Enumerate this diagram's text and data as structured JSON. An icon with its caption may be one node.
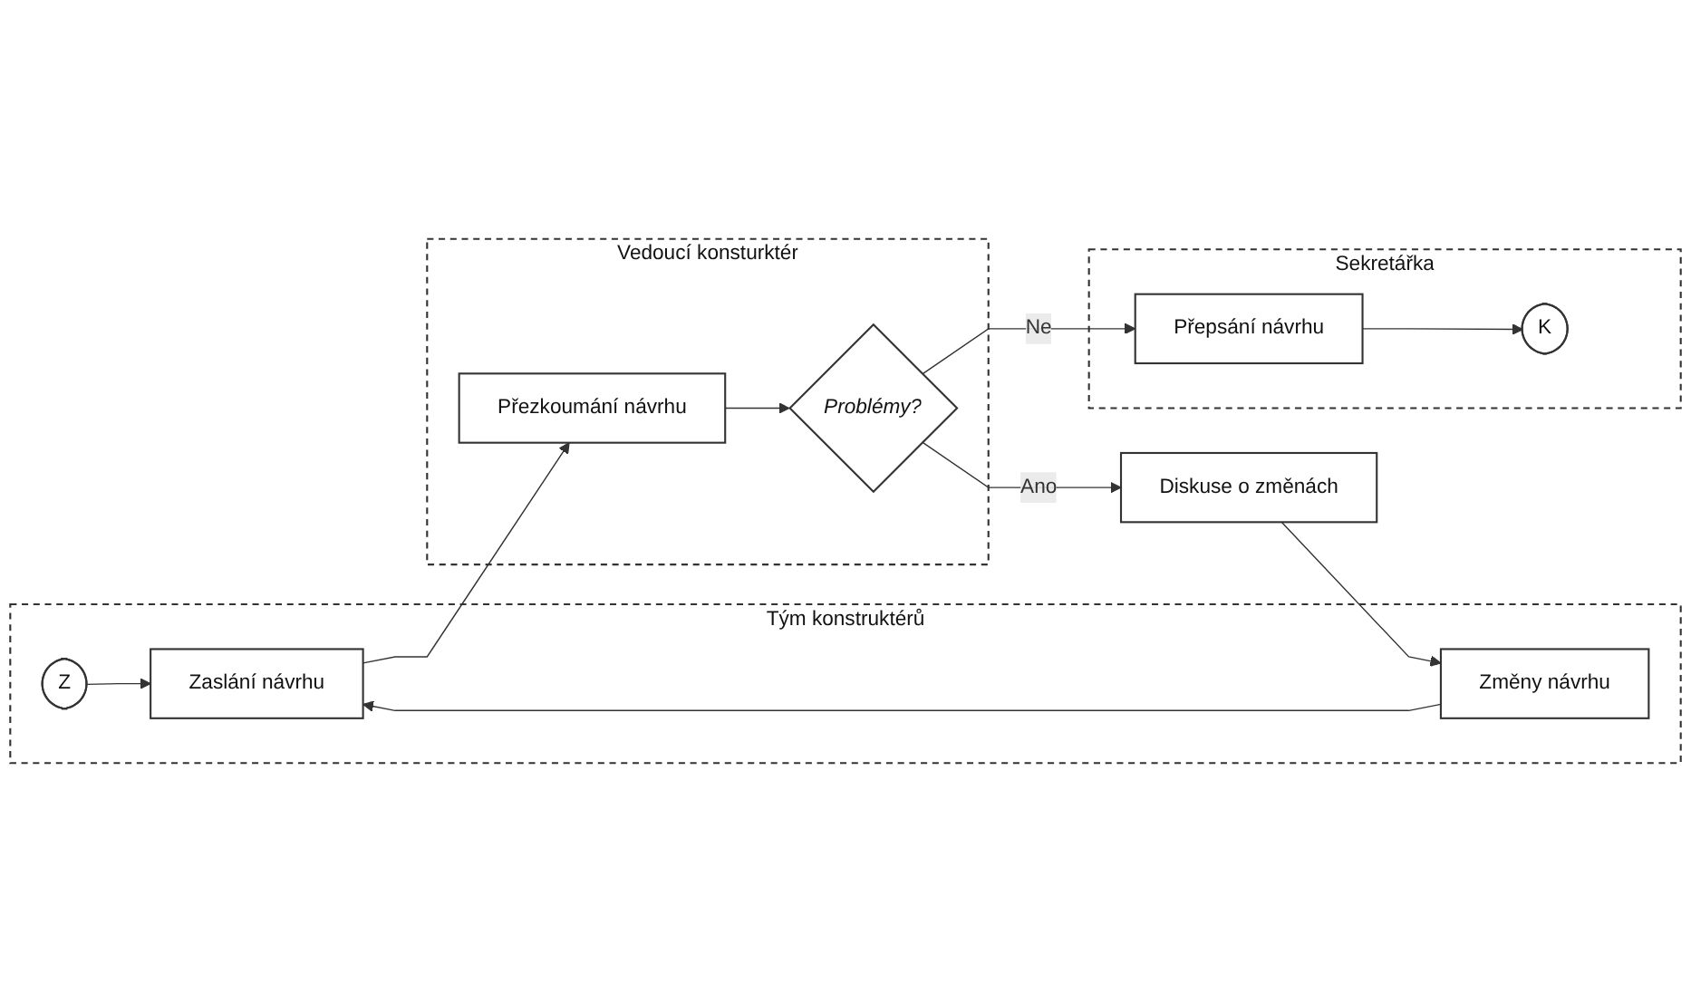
{
  "diagram": {
    "nodes": [
      {
        "text": [
          "Tým konstruktérů"
        ]
      },
      {
        "text": [
          "Vedoucí konsturktér"
        ]
      },
      {
        "text": [
          "Sekretářka"
        ]
      },
      {
        "text": [
          "Z"
        ],
        "in": 0
      },
      {
        "text": [
          "Zaslání návrhu"
        ],
        "in": 0
      },
      {
        "text": [
          "Přezkoumání návrhu"
        ],
        "in": 1
      },
      {
        "text": [
          "Problémy?"
        ],
        "in": 1
      },
      {
        "text": [
          "Přepsání návrhu"
        ],
        "in": 2
      },
      {
        "text": [
          "Diskuse o změnách"
        ]
      },
      {
        "text": [
          "Změny návrhu"
        ],
        "in": 0
      },
      {
        "text": [
          "K"
        ],
        "in": 2
      }
    ],
    "edges": [
      {
        "from": 3,
        "to": 4,
        "arrow": "to"
      },
      {
        "from": 4,
        "to": 5,
        "arrow": "to"
      },
      {
        "from": 5,
        "to": 6,
        "arrow": "to"
      },
      {
        "from": 6,
        "to": 7,
        "label": "Ne",
        "arrow": "to"
      },
      {
        "from": 6,
        "to": 8,
        "label": "Ano",
        "arrow": "to"
      },
      {
        "from": 8,
        "to": 9,
        "arrow": "to"
      },
      {
        "from": 9,
        "to": 4,
        "arrow": "to"
      },
      {
        "from": 7,
        "to": 10,
        "arrow": "to"
      }
    ]
  }
}
